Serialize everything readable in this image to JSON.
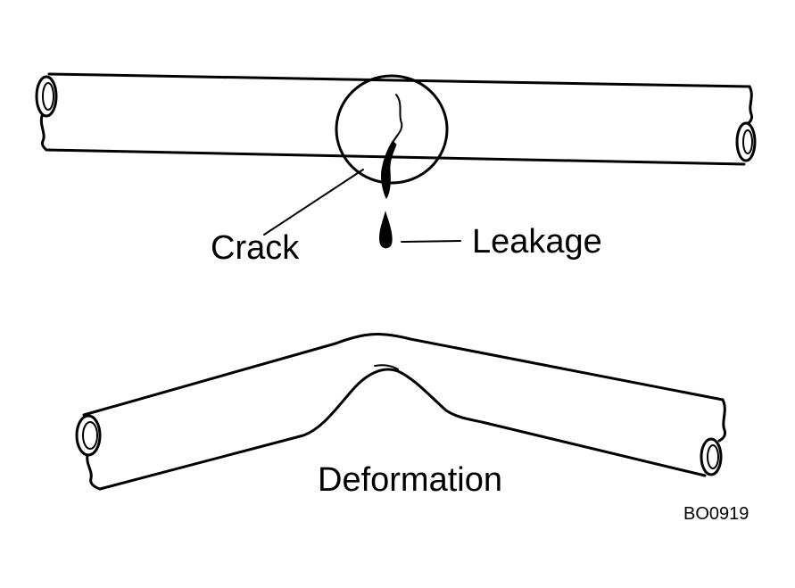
{
  "labels": {
    "crack": "Crack",
    "leakage": "Leakage",
    "deformation": "Deformation",
    "figure_code": "BO0919"
  },
  "colors": {
    "line": "#000000",
    "background": "#ffffff"
  }
}
